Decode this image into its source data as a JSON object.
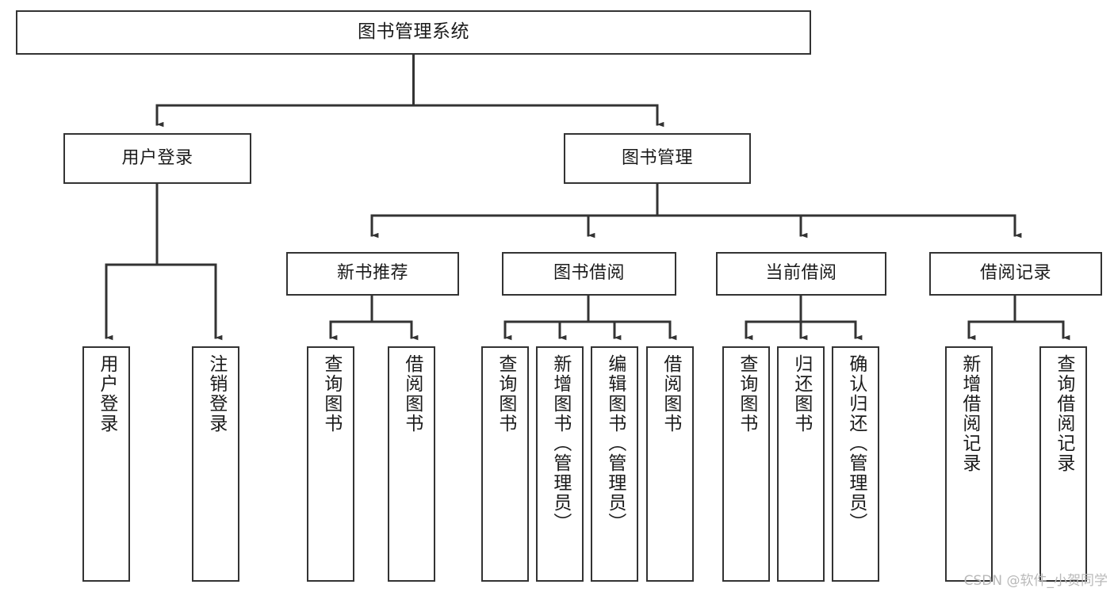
{
  "diagram": {
    "title": "图书管理系统",
    "type": "tree-hierarchy-chart",
    "watermark": "CSDN @软件_小贺同学",
    "colors": {
      "box_border": "#333333",
      "box_fill": "#ffffff",
      "connector": "#333333",
      "text": "#1b1b1b",
      "watermark": "#b9b9b9",
      "background": "#ffffff"
    },
    "nodes": {
      "root": {
        "label": "图书管理系统"
      },
      "level2": [
        {
          "id": "user-login",
          "label": "用户登录"
        },
        {
          "id": "book-management",
          "label": "图书管理"
        }
      ],
      "level3": [
        {
          "id": "new-book-recommend",
          "label": "新书推荐"
        },
        {
          "id": "book-borrow",
          "label": "图书借阅"
        },
        {
          "id": "current-borrow",
          "label": "当前借阅"
        },
        {
          "id": "borrow-record",
          "label": "借阅记录"
        }
      ],
      "leaves": {
        "user_login": [
          {
            "id": "leaf-user-login",
            "label": "用户登录"
          },
          {
            "id": "leaf-logout-login",
            "label": "注销登录"
          }
        ],
        "new_book_recommend": [
          {
            "id": "leaf-query-book-1",
            "label": "查询图书"
          },
          {
            "id": "leaf-borrow-book-1",
            "label": "借阅图书"
          }
        ],
        "book_borrow": [
          {
            "id": "leaf-query-book-2",
            "label": "查询图书"
          },
          {
            "id": "leaf-add-book",
            "label": "新增图书（管理员）"
          },
          {
            "id": "leaf-edit-book",
            "label": "编辑图书（管理员）"
          },
          {
            "id": "leaf-borrow-book-2",
            "label": "借阅图书"
          }
        ],
        "current_borrow": [
          {
            "id": "leaf-query-book-3",
            "label": "查询图书"
          },
          {
            "id": "leaf-return-book",
            "label": "归还图书"
          },
          {
            "id": "leaf-confirm-return",
            "label": "确认归还（管理员）"
          }
        ],
        "borrow_record": [
          {
            "id": "leaf-add-record",
            "label": "新增借阅记录"
          },
          {
            "id": "leaf-query-record",
            "label": "查询借阅记录"
          }
        ]
      }
    }
  }
}
